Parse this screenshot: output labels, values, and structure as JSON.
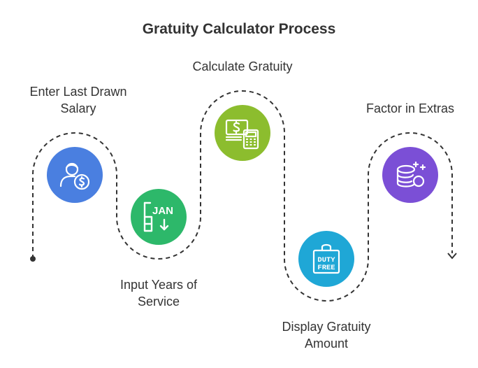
{
  "title": "Gratuity Calculator Process",
  "steps": [
    {
      "label_lines": [
        "Enter Last Drawn",
        "Salary"
      ],
      "icon": "person-dollar-icon",
      "color": "#4a7fe0"
    },
    {
      "label_lines": [
        "Input Years of",
        "Service"
      ],
      "icon": "calendar-jan-icon",
      "color": "#2db86a"
    },
    {
      "label_lines": [
        "Calculate Gratuity"
      ],
      "icon": "cash-calculator-icon",
      "color": "#8cbd2e"
    },
    {
      "label_lines": [
        "Display Gratuity",
        "Amount"
      ],
      "icon": "duty-free-bag-icon",
      "color": "#1fa7d6"
    },
    {
      "label_lines": [
        "Factor in Extras"
      ],
      "icon": "database-plus-icon",
      "color": "#7b4fd6"
    }
  ],
  "icon_text": {
    "jan": "JAN",
    "duty": "DUTY",
    "free": "FREE"
  }
}
